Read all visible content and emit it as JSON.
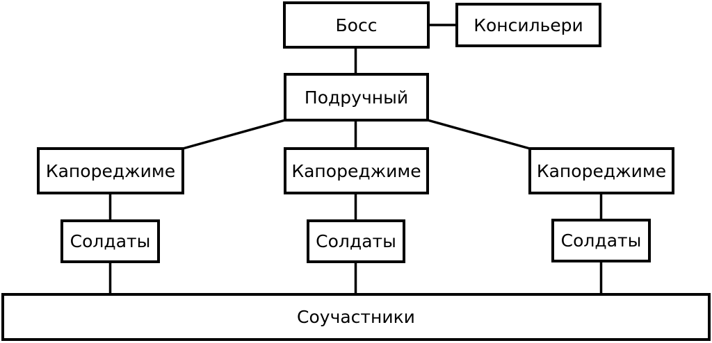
{
  "diagram": {
    "type": "org-chart",
    "background_color": "#ffffff",
    "box_fill_color": "#ffffff",
    "box_border_color": "#000000",
    "line_color": "#000000",
    "text_color": "#000000",
    "nodes": {
      "boss": "Босс",
      "consigliere": "Консильери",
      "underboss": "Подручный",
      "caporegime_left": "Капореджиме",
      "caporegime_middle": "Капореджиме",
      "caporegime_right": "Капореджиме",
      "soldiers_left": "Солдаты",
      "soldiers_middle": "Солдаты",
      "soldiers_right": "Солдаты",
      "associates": "Соучастники"
    }
  }
}
